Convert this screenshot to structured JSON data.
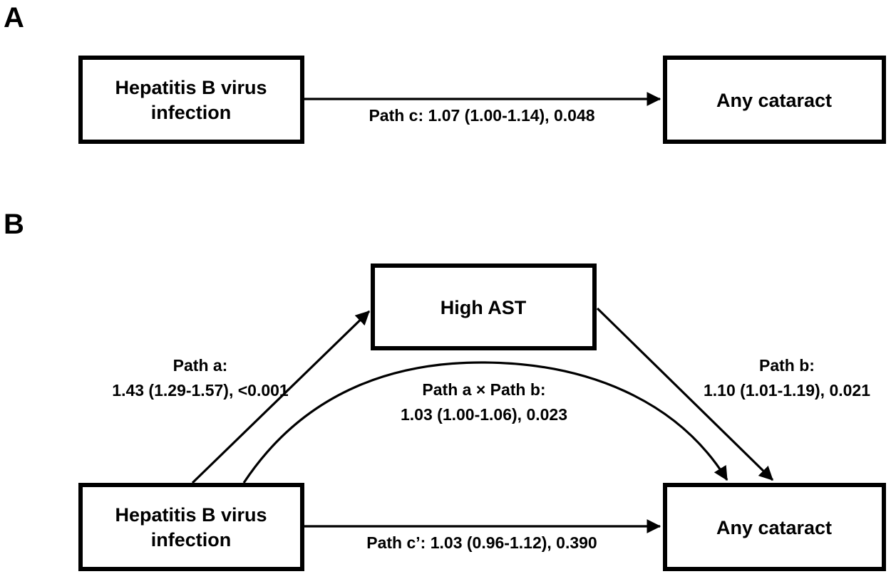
{
  "figure": {
    "title": "Mediation analysis of hepatitis B virus infection, high AST and any cataract",
    "background_color": "#ffffff",
    "stroke_color": "#000000"
  },
  "panels": [
    {
      "letter": "A",
      "nodes": {
        "exposure": "Hepatitis B virus infection",
        "exposure_line1": "Hepatitis B virus",
        "exposure_line2": "infection",
        "outcome": "Any cataract"
      },
      "edges": [
        {
          "name": "path-c",
          "label": "Path c: 1.07 (1.00-1.14), 0.048",
          "path_name": "Path c",
          "estimate": "1.07",
          "ci": "1.00-1.14",
          "p_value": "0.048"
        }
      ]
    },
    {
      "letter": "B",
      "nodes": {
        "exposure": "Hepatitis B virus infection",
        "exposure_line1": "Hepatitis B virus",
        "exposure_line2": "infection",
        "mediator": "High AST",
        "outcome": "Any cataract"
      },
      "edges": [
        {
          "name": "path-a",
          "label_line1": "Path a:",
          "label_line2": "1.43 (1.29-1.57), <0.001",
          "path_name": "Path a",
          "estimate": "1.43",
          "ci": "1.29-1.57",
          "p_value": "<0.001"
        },
        {
          "name": "path-b",
          "label_line1": "Path b:",
          "label_line2": "1.10 (1.01-1.19), 0.021",
          "path_name": "Path b",
          "estimate": "1.10",
          "ci": "1.01-1.19",
          "p_value": "0.021"
        },
        {
          "name": "path-a-x-path-b",
          "label_line1": "Path a × Path b:",
          "label_line2": "1.03 (1.00-1.06), 0.023",
          "path_name": "Path a × Path b",
          "estimate": "1.03",
          "ci": "1.00-1.06",
          "p_value": "0.023"
        },
        {
          "name": "path-c-prime",
          "label": "Path c’: 1.03 (0.96-1.12), 0.390",
          "path_name": "Path c’",
          "estimate": "1.03",
          "ci": "0.96-1.12",
          "p_value": "0.390"
        }
      ]
    }
  ]
}
